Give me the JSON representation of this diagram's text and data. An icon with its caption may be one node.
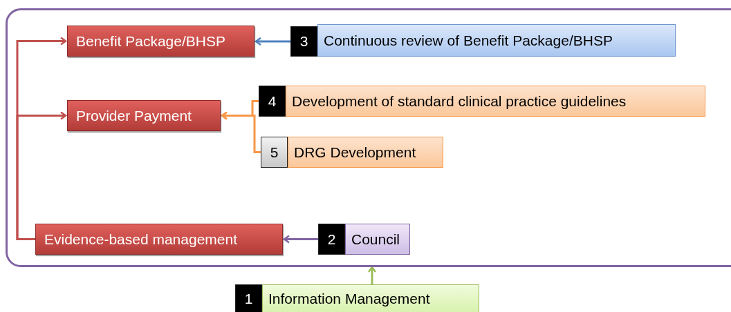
{
  "diagram": {
    "nodes": [
      {
        "text": [],
        "shape": "box"
      },
      {
        "text": [
          "Benefit Package/BHSP"
        ],
        "in": 0
      },
      {
        "text": [
          "3",
          "Continuous review of Benefit Package/BHSP"
        ],
        "in": 0
      },
      {
        "text": [
          "Provider Payment"
        ],
        "in": 0
      },
      {
        "text": [
          "4",
          "Development of standard clinical practice guidelines"
        ],
        "in": 0
      },
      {
        "text": [
          "5",
          "DRG Development"
        ],
        "in": 0
      },
      {
        "text": [
          "Evidence-based management"
        ],
        "in": 0
      },
      {
        "text": [
          "2",
          "Council"
        ],
        "in": 0
      },
      {
        "text": [
          "1",
          "Information Management"
        ]
      }
    ],
    "edges": [
      {
        "from": 6,
        "to": 1,
        "arrow": "to",
        "color": "#c0504d"
      },
      {
        "from": 6,
        "to": 3,
        "arrow": "to",
        "color": "#c0504d"
      },
      {
        "from": 2,
        "to": 1,
        "arrow": "to",
        "color": "#4f81bd"
      },
      {
        "from": 4,
        "to": 3,
        "arrow": "to",
        "color": "#f79646"
      },
      {
        "from": 5,
        "to": 3,
        "arrow": "to",
        "color": "#f79646"
      },
      {
        "from": 7,
        "to": 6,
        "arrow": "to",
        "color": "#8064a2"
      },
      {
        "from": 8,
        "to": 0,
        "arrow": "to",
        "color": "#9bbb59"
      }
    ]
  }
}
